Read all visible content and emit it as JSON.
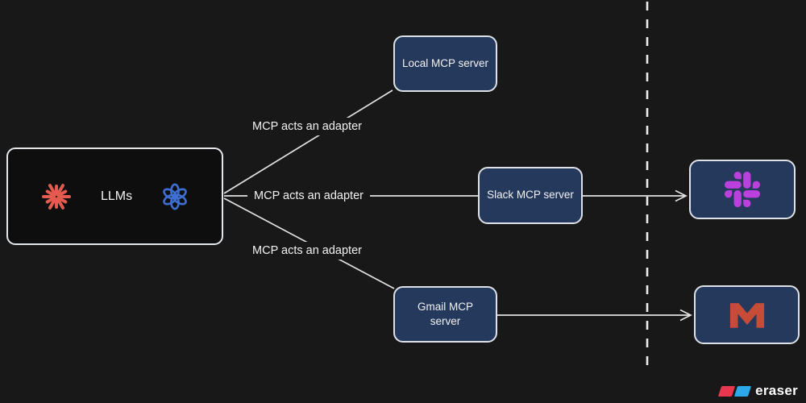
{
  "diagram": {
    "nodes": {
      "llms": {
        "label": "LLMs",
        "icons": [
          "anthropic-icon",
          "openai-icon"
        ]
      },
      "local_mcp": {
        "label": "Local MCP server"
      },
      "slack_mcp": {
        "label": "Slack MCP server"
      },
      "gmail_mcp": {
        "label": "Gmail MCP server"
      },
      "slack_app": {
        "icon": "slack-icon"
      },
      "gmail_app": {
        "icon": "gmail-icon"
      }
    },
    "edge_labels": [
      "MCP acts an adapter",
      "MCP acts an adapter",
      "MCP acts an adapter"
    ],
    "divider": {
      "style": "dashed-vertical"
    }
  },
  "watermark": {
    "text": "eraser",
    "logo": "eraser-logo"
  },
  "colors": {
    "canvas-bg": "#181818",
    "llms-fill": "#0e0e0f",
    "server-fill": "#25395c",
    "node-border": "#e3e6ea",
    "edge-line": "#e2e2e2",
    "text": "#f2f2f2",
    "anthropic-red": "#e15b4e",
    "openai-blue": "#3d6ed0",
    "slack-purple": "#bb40dd",
    "gmail-red": "#c74c37",
    "eraser-red": "#e8374f",
    "eraser-blue": "#2ba9e8"
  }
}
